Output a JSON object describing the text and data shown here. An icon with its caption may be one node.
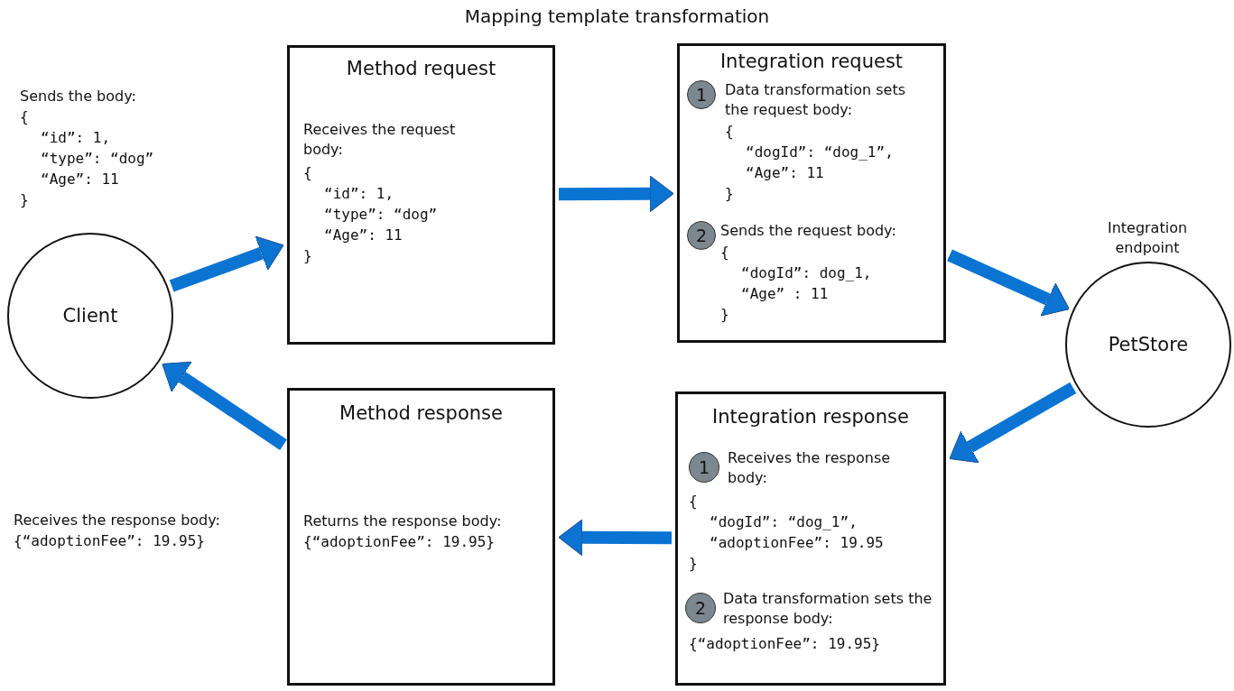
{
  "diagram": {
    "title": "Mapping template transformation",
    "nodes": [
      {
        "text": [
          "Client"
        ],
        "beside": [
          "Sends the body:",
          "{",
          "“id”: 1,",
          "“type”: “dog”",
          "“Age”: 11",
          "}",
          "Receives the response body:",
          "{“adoptionFee”: 19.95}"
        ]
      },
      {
        "text": [
          "Method request",
          "Receives the request body:",
          "{",
          "“id”: 1,",
          "“type”: “dog”",
          "“Age”: 11",
          "}"
        ]
      },
      {
        "text": [
          "Integration request",
          "Data transformation sets the request body:",
          "{",
          "“dogId”: “dog_1”,",
          "“Age”: 11",
          "}",
          "Sends the request body:",
          "{",
          "“dogId”: dog_1,",
          "“Age” : 11",
          "}"
        ]
      },
      {
        "text": [
          "1"
        ],
        "in": 2
      },
      {
        "text": [
          "2"
        ],
        "in": 2
      },
      {
        "text": [
          "PetStore"
        ],
        "beside": [
          "Integration endpoint"
        ]
      },
      {
        "text": [
          "Method response",
          "Returns the response body:",
          "{“adoptionFee”: 19.95}"
        ]
      },
      {
        "text": [
          "Integration response",
          "Receives the response body:",
          "{",
          "“dogId”: “dog_1”,",
          "“adoptionFee”: 19.95",
          "}",
          "Data transformation sets the response body:",
          "{“adoptionFee”: 19.95}"
        ]
      },
      {
        "text": [
          "1"
        ],
        "in": 7
      },
      {
        "text": [
          "2"
        ],
        "in": 7
      }
    ],
    "edges": [
      {
        "from": 0,
        "to": 1,
        "arrow": "to"
      },
      {
        "from": 1,
        "to": 2,
        "arrow": "to"
      },
      {
        "from": 2,
        "to": 5,
        "arrow": "to"
      },
      {
        "from": 5,
        "to": 7,
        "arrow": "to"
      },
      {
        "from": 7,
        "to": 6,
        "arrow": "to"
      },
      {
        "from": 6,
        "to": 0,
        "arrow": "to"
      }
    ]
  }
}
